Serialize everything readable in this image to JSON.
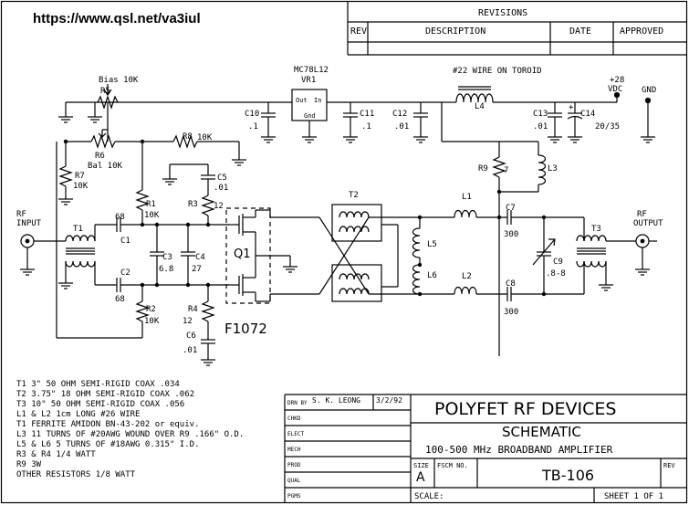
{
  "url": "https://www.qsl.net/va3iul",
  "revisions": {
    "title": "REVISIONS",
    "columns": [
      "REV",
      "DESCRIPTION",
      "DATE",
      "APPROVED"
    ]
  },
  "components": {
    "vr1_part": "MC78L12",
    "vr1": "VR1",
    "vr1_out": "Out",
    "vr1_in": "In",
    "vr1_gnd": "Gnd",
    "r5_desc": "Bias 10K",
    "r5": "R5",
    "r6": "R6",
    "r6_desc": "Bal 10K",
    "r7": "R7",
    "r7_val": "10K",
    "r8": "R8",
    "r8_val": "10K",
    "c10": "C10",
    "c10_val": ".1",
    "c11": "C11",
    "c11_val": ".1",
    "c12": "C12",
    "c12_val": ".01",
    "c13": "C13",
    "c13_val": ".01",
    "c14": "C14",
    "c14_val": "20/35",
    "c14_pol": "+",
    "l4_desc": "#22 WIRE ON TOROID",
    "l4": "L4",
    "supply": "+28",
    "supply_unit": "VDC",
    "gnd": "GND",
    "c5": "C5",
    "c5_val": ".01",
    "r3": "R3",
    "r3_val": "12",
    "r1": "R1",
    "r1_val": "10K",
    "r9": "R9",
    "r9_val": "7",
    "l3": "L3",
    "t2": "T2",
    "l1": "L1",
    "c7": "C7",
    "c7_val": "300",
    "rf_input": [
      "RF",
      "INPUT"
    ],
    "rf_output": [
      "RF",
      "OUTPUT"
    ],
    "t1": "T1",
    "c1": "C1",
    "c1_val": "68",
    "c2": "C2",
    "c2_val": "68",
    "c3": "C3",
    "c3_val": "6.8",
    "c4": "C4",
    "c4_val": "27",
    "q1": "Q1",
    "l5": "L5",
    "l6": "L6",
    "c9": "C9",
    "c9_val": ".8-8",
    "t3": "T3",
    "l2": "L2",
    "c8": "C8",
    "c8_val": "300",
    "r2": "R2",
    "r2_val": "10K",
    "r4": "R4",
    "r4_val": "12",
    "c6": "C6",
    "c6_val": ".01",
    "q1_part": "F1072"
  },
  "notes": [
    "T1 3\" 50 OHM SEMI-RIGID COAX .034",
    "T2 3.75\" 18 OHM SEMI-RIGID COAX .062",
    "T3 10\" 50 OHM SEMI-RIGID COAX .056",
    "L1 & L2 1cm LONG #26 WIRE",
    "T1 FERRITE AMIDON BN-43-202 or equiv.",
    "L3 11 TURNS OF #20AWG WOUND OVER R9 .166\" O.D.",
    "L5 & L6  5 TURNS OF #18AWG 0.315\" I.D.",
    "R3 & R4 1/4 WATT",
    "R9 3W",
    "OTHER RESISTORS 1/8 WATT"
  ],
  "title_block": {
    "rows": [
      "DRN BY",
      "CHKD",
      "ELECT",
      "MECH",
      "PROD",
      "QUAL",
      "PGMS"
    ],
    "drawn_by": "S. K. LEONG",
    "date": "3/2/92",
    "company": "POLYFET RF DEVICES",
    "sheet_type": "SCHEMATIC",
    "subtitle": "100-500 MHz BROADBAND AMPLIFIER",
    "size_label": "SIZE",
    "size": "A",
    "fscm_label": "FSCM NO.",
    "drawing_no": "TB-106",
    "rev_label": "REV",
    "scale": "SCALE:",
    "sheet": "SHEET 1 OF 1"
  }
}
